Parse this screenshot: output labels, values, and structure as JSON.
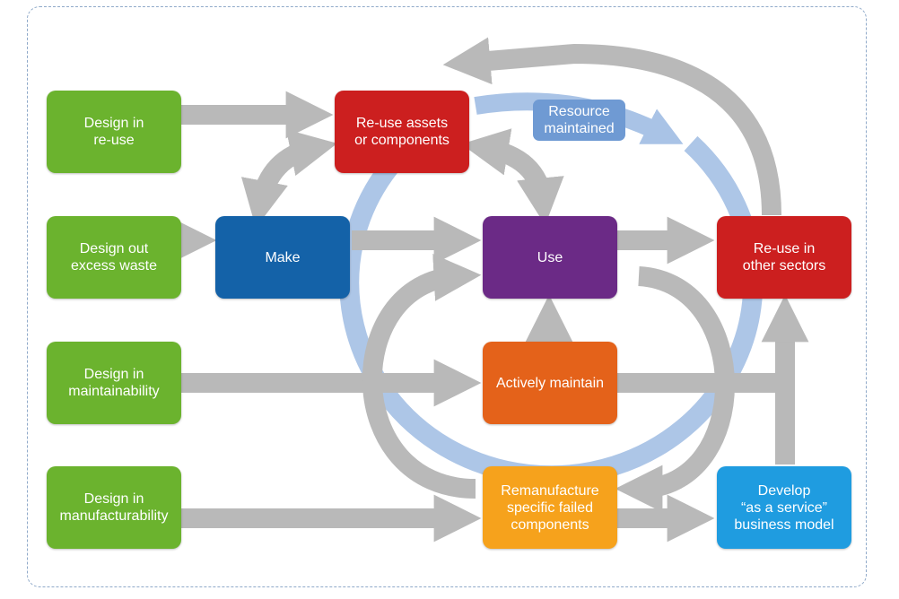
{
  "boxes": {
    "design_reuse": "Design in\nre-use",
    "design_waste": "Design out\nexcess waste",
    "design_maintainability": "Design in\nmaintainability",
    "design_manufacturability": "Design in\nmanufacturability",
    "reuse_assets": "Re-use assets\nor components",
    "make": "Make",
    "use": "Use",
    "reuse_sectors": "Re-use in\nother sectors",
    "actively_maintain": "Actively maintain",
    "remanufacture": "Remanufacture\nspecific failed\ncomponents",
    "develop_service": "Develop\n“as a service”\nbusiness model",
    "resource_maintained": "Resource\nmaintained"
  },
  "colors": {
    "green": "#6bb32e",
    "red": "#cc1f1f",
    "blue": "#1462a8",
    "purple": "#6b2a86",
    "orange": "#e4621a",
    "amber": "#f6a21c",
    "sky": "#1f9ce0",
    "arrow_grey": "#b9b9b9",
    "ring_blue": "#a9c3e6"
  }
}
